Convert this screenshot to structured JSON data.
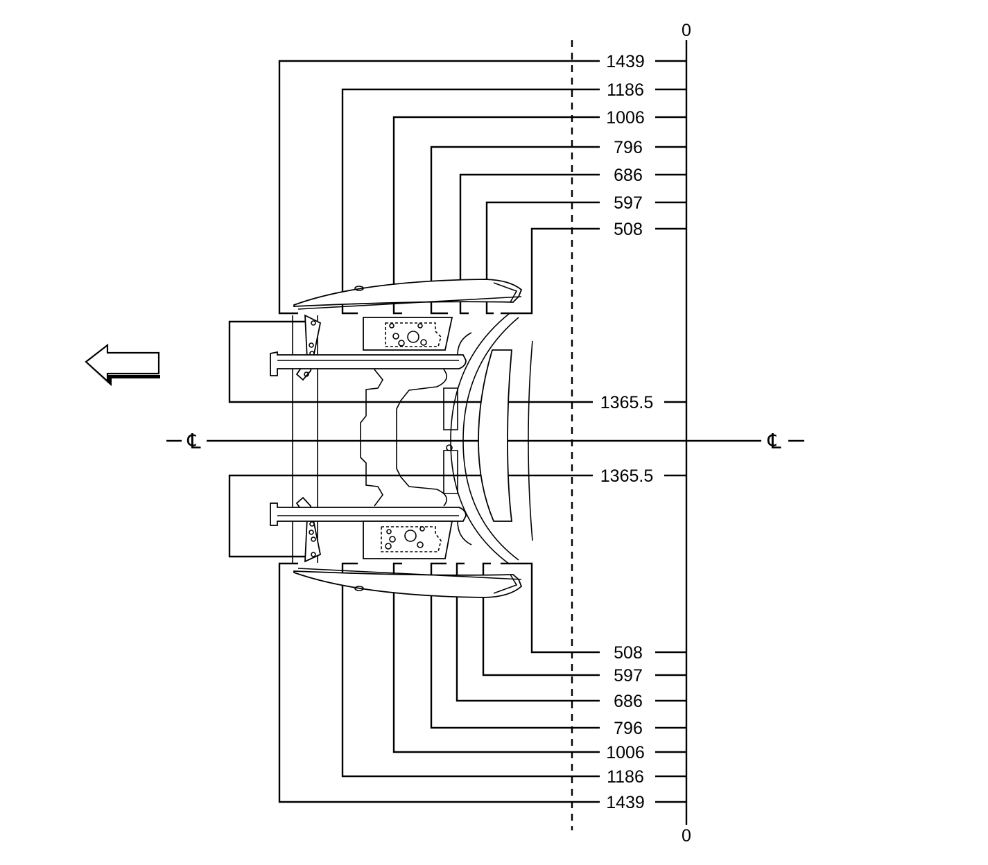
{
  "diagram": {
    "zero_top": "0",
    "zero_bottom": "0",
    "centerline_symbol": "℄",
    "top_dimensions": [
      "1439",
      "1186",
      "1006",
      "796",
      "686",
      "597",
      "508"
    ],
    "bottom_dimensions": [
      "508",
      "597",
      "686",
      "796",
      "1006",
      "1186",
      "1439"
    ],
    "center_offset_top": "1365.5",
    "center_offset_bottom": "1365.5",
    "direction_arrow": "arrow-left-icon"
  }
}
